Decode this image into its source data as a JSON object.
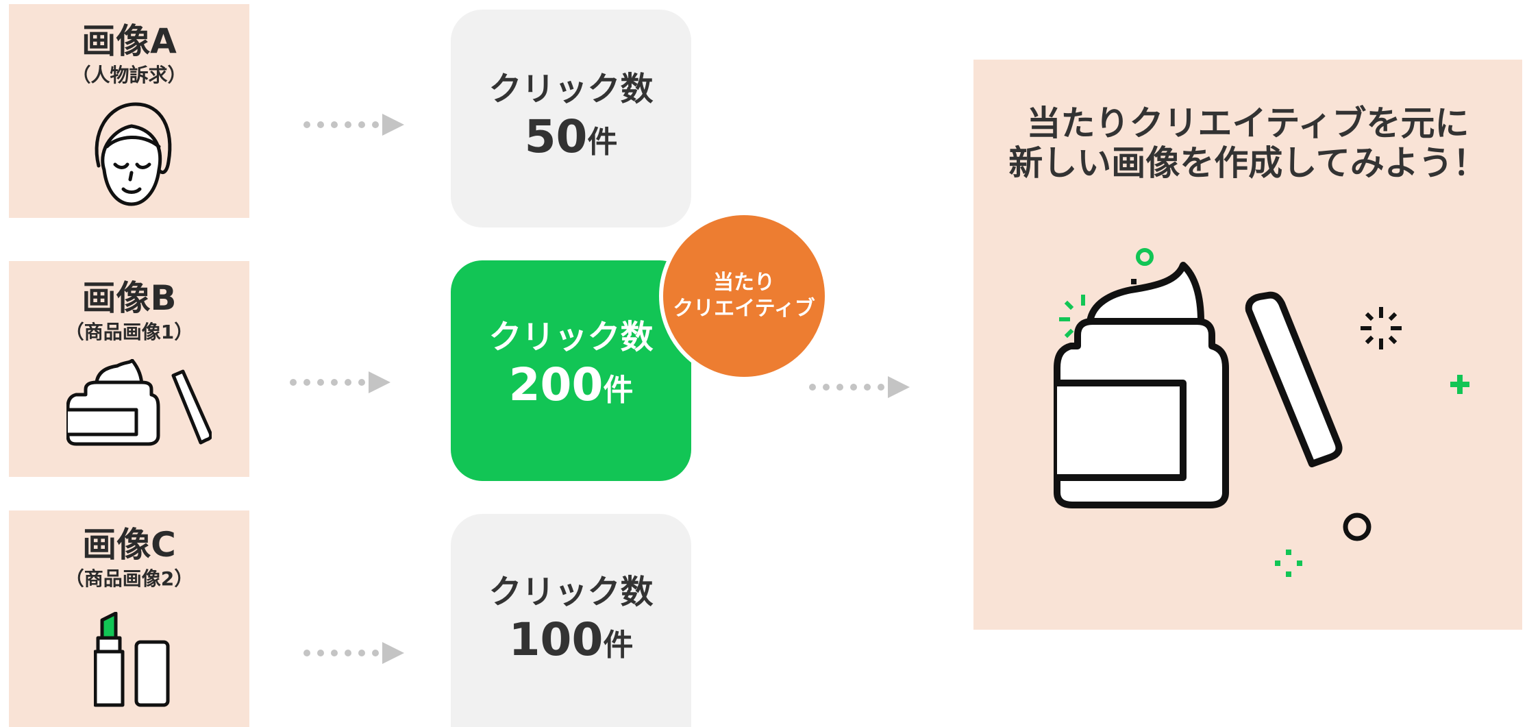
{
  "images": [
    {
      "title": "画像A",
      "subtitle": "（人物訴求）",
      "icon": "face-towel-icon"
    },
    {
      "title": "画像B",
      "subtitle": "（商品画像1）",
      "icon": "cream-jar-icon"
    },
    {
      "title": "画像C",
      "subtitle": "（商品画像2）",
      "icon": "lipstick-icon"
    }
  ],
  "counts": [
    {
      "label": "クリック数",
      "value": "50",
      "unit": "件"
    },
    {
      "label": "クリック数",
      "value": "200",
      "unit": "件"
    },
    {
      "label": "クリック数",
      "value": "100",
      "unit": "件"
    }
  ],
  "badge": {
    "line1": "当たり",
    "line2": "クリエイティブ"
  },
  "result": {
    "line1": "当たりクリエイティブを元に",
    "line2": "新しい画像を作成してみよう！",
    "icon": "cream-jar-sparkle-icon"
  },
  "colors": {
    "panel_bg": "#f9e3d6",
    "count_bg": "#f1f1f1",
    "winner_green": "#12c555",
    "badge_orange": "#ed7d31",
    "arrow_gray": "#c4c4c4"
  }
}
